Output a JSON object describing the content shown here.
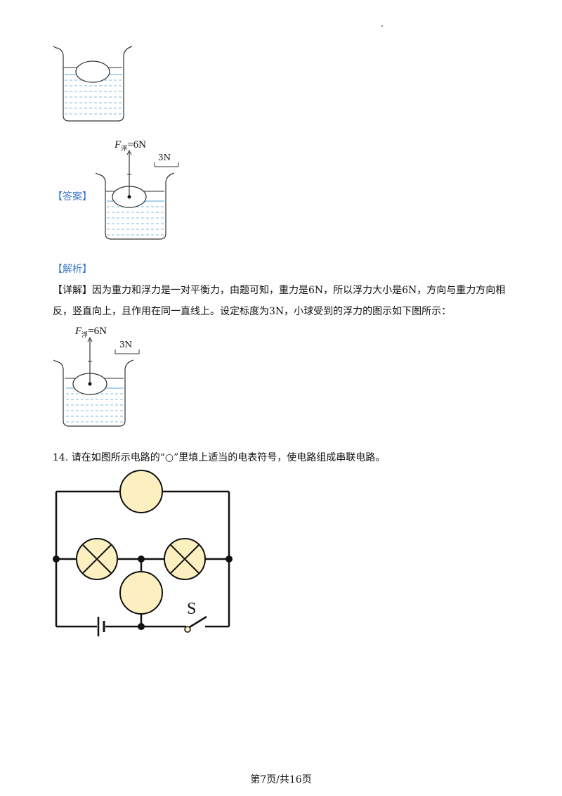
{
  "answer_label": "【答案】",
  "analysis_label": "【解析】",
  "detail_line1": "【详解】因为重力和浮力是一对平衡力，由题可知，重力是6N，所以浮力大小是6N，方向与重力方向相",
  "detail_line2": "反，竖直向上，且作用在同一直线上。设定标度为3N，小球受到的浮力的图示如下图所示：",
  "figure": {
    "force_label_F": "F",
    "force_sub": "浮",
    "force_value": "=6N",
    "scale_label": "3N"
  },
  "question14": "14. 请在如图所示电路的“○”里填上适当的电表符号，使电路组成串联电路。",
  "circuit": {
    "switch_label": "S",
    "meter_fill": "#fdf0c0",
    "lamp_fill": "#fdf0c0"
  },
  "footer": "第7页/共16页"
}
